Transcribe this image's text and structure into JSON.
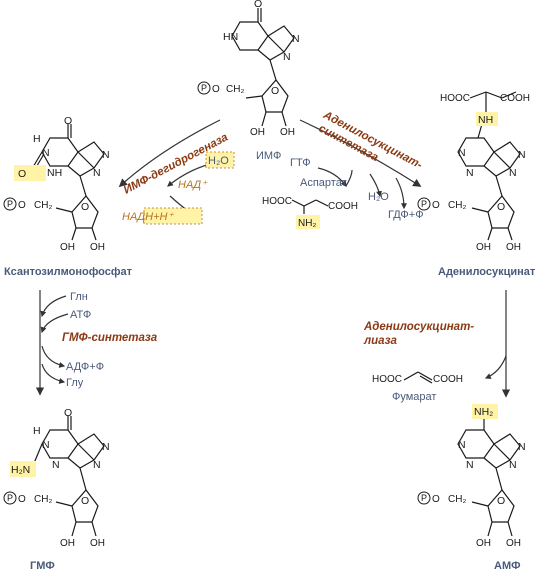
{
  "compounds": {
    "imp": "ИМФ",
    "xmp": "Ксантозилмонофосфат",
    "gmp": "ГМФ",
    "adenylosuccinate": "Аденилосукцинат",
    "amp": "АМФ",
    "fumarate": "Фумарат",
    "aspartate": "Аспартат"
  },
  "enzymes": {
    "imp_dehydrogenase": "ИМФ-дегидрогеназа",
    "adenylosuccinate_synthetase_1": "Аденилосукцинат-",
    "adenylosuccinate_synthetase_2": "синтетаза",
    "gmp_synthetase": "ГМФ-синтетаза",
    "adenylosuccinate_lyase_1": "Аденилосукцинат-",
    "adenylosuccinate_lyase_2": "лиаза"
  },
  "cofactors": {
    "h2o_left": "H₂O",
    "nad": "НАД⁺",
    "nadh": "НАДН+Н⁺",
    "gtp": "ГТФ",
    "h2o_right": "H₂O",
    "gdp": "ГДФ+Ф",
    "gln": "Глн",
    "atp": "АТФ",
    "adp": "АДФ+Ф",
    "glu": "Глу"
  },
  "atoms": {
    "o": "O",
    "n": "N",
    "h": "H",
    "hn": "HN",
    "nh": "NH",
    "p": "P",
    "ch2": "CH₂",
    "oh": "OH",
    "h2n": "H₂N",
    "nh2": "NH₂",
    "hooc": "HOOC",
    "cooh": "COOH"
  },
  "colors": {
    "enzyme": "#8b3a14",
    "compound": "#4a5a7a",
    "cofactor_oxidized": "#b8731c",
    "highlight": "#fff3a8"
  }
}
